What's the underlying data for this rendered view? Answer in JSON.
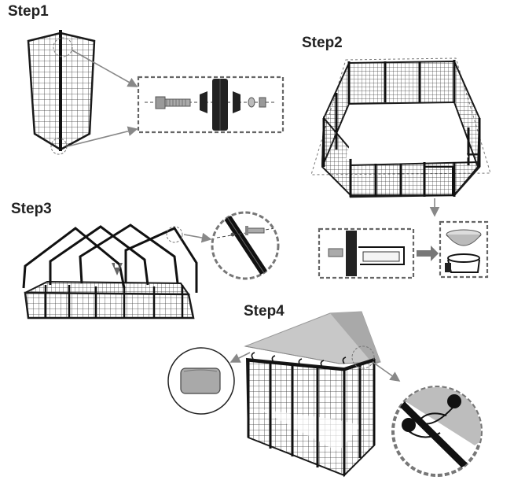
{
  "steps": [
    {
      "label": "Step1"
    },
    {
      "label": "Step2"
    },
    {
      "label": "Step3"
    },
    {
      "label": "Step4"
    }
  ],
  "colors": {
    "frame": "#1a1a1a",
    "mesh": "#333333",
    "callout_border": "#666666",
    "arrow": "#888888",
    "roof_cover": "#c8c8c8",
    "roof_shade": "#a9a9a9",
    "hardware": "#9a9a9a"
  },
  "icons": [
    "bolt-icon",
    "washer-icon",
    "nut-icon",
    "bowl-icon",
    "bracket-icon",
    "fabric-swatch-icon",
    "ball-bungee-icon"
  ]
}
